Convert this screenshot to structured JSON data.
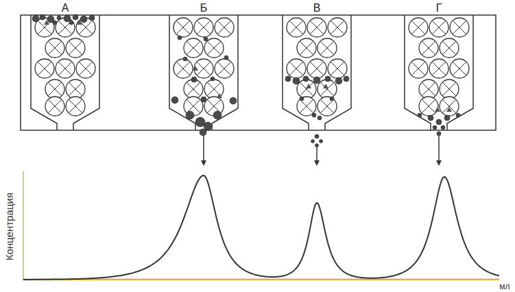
{
  "diagram": {
    "labels": [
      "А",
      "Б",
      "В",
      "Г",
      "Концентрация",
      "мл"
    ]
  }
}
